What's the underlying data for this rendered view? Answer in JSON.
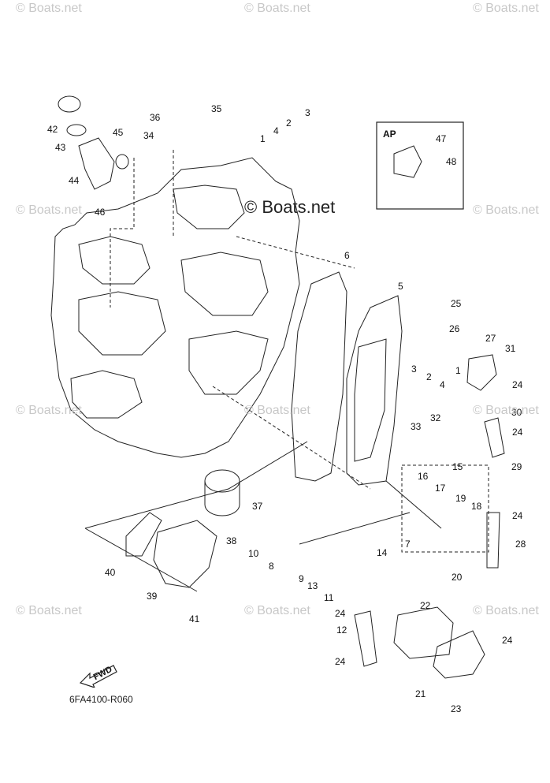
{
  "watermarks": {
    "main": "© Boats.net",
    "tiles": [
      "© Boats.net",
      "© Boats.net",
      "© Boats.net",
      "© Boats.net",
      "© Boats.net",
      "© Boats.net",
      "© Boats.net",
      "© Boats.net",
      "© Boats.net",
      "© Boats.net",
      "© Boats.net"
    ]
  },
  "drawing": {
    "code": "6FA4100-R060",
    "ap_label": "AP",
    "fwd_label": "FWD"
  },
  "callouts": [
    "1",
    "2",
    "3",
    "4",
    "5",
    "6",
    "7",
    "8",
    "9",
    "10",
    "11",
    "12",
    "13",
    "14",
    "15",
    "16",
    "17",
    "18",
    "19",
    "20",
    "21",
    "22",
    "23",
    "24",
    "24",
    "24",
    "24",
    "24",
    "24",
    "25",
    "26",
    "27",
    "28",
    "29",
    "30",
    "31",
    "32",
    "33",
    "34",
    "35",
    "36",
    "37",
    "38",
    "39",
    "40",
    "41",
    "42",
    "43",
    "44",
    "45",
    "46",
    "47",
    "48",
    "1",
    "3",
    "2",
    "4"
  ],
  "colors": {
    "line": "#222222",
    "watermark": "#c8c8c8"
  }
}
